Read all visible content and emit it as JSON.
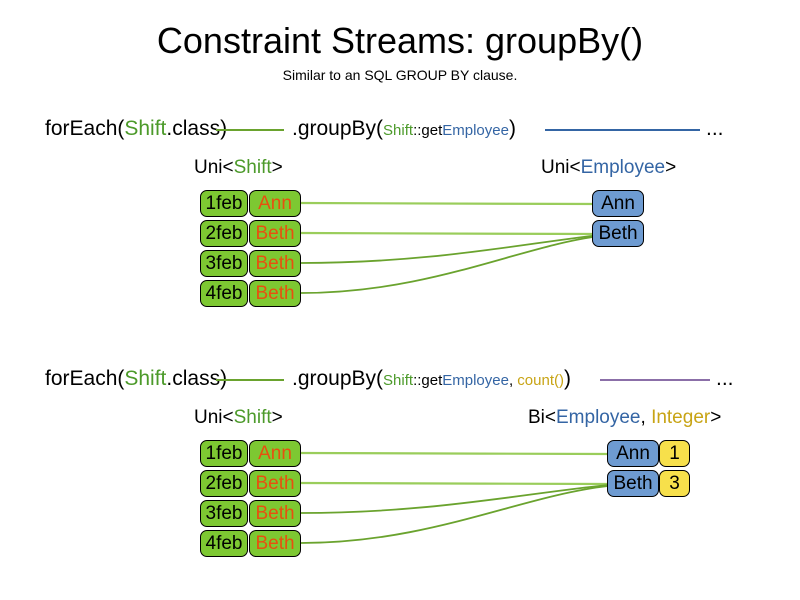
{
  "header": {
    "title": "Constraint Streams: groupBy()",
    "subtitle": "Similar to an SQL GROUP BY clause."
  },
  "sections": [
    {
      "id": "section-groupby-simple",
      "code": {
        "for_each_prefix": "forEach(",
        "for_each_type": "Shift",
        "for_each_suffix": ".class)",
        "group_by_prefix": ".groupBy(",
        "mapper_type": "Shift",
        "mapper_sep": "::get",
        "mapper_prop": "Employee",
        "group_by_suffix": ")",
        "ellipsis": "..."
      },
      "left_caption": {
        "outer": "Uni<",
        "type": "Shift",
        "close": ">"
      },
      "right_caption": {
        "outer": "Uni<",
        "type": "Employee",
        "close": ">"
      },
      "shifts": [
        {
          "date": "1feb",
          "employee": "Ann"
        },
        {
          "date": "2feb",
          "employee": "Beth"
        },
        {
          "date": "3feb",
          "employee": "Beth"
        },
        {
          "date": "4feb",
          "employee": "Beth"
        }
      ],
      "results": [
        {
          "employee": "Ann"
        },
        {
          "employee": "Beth"
        }
      ]
    },
    {
      "id": "section-groupby-count",
      "code": {
        "for_each_prefix": "forEach(",
        "for_each_type": "Shift",
        "for_each_suffix": ".class)",
        "group_by_prefix": ".groupBy(",
        "mapper_type": "Shift",
        "mapper_sep": "::get",
        "mapper_prop": "Employee",
        "collector_sep": ", ",
        "collector": "count()",
        "group_by_suffix": ")",
        "ellipsis": "..."
      },
      "left_caption": {
        "outer": "Uni<",
        "type": "Shift",
        "close": ">"
      },
      "right_caption": {
        "outer": "Bi<",
        "type": "Employee",
        "sep": ", ",
        "type2": "Integer",
        "close": ">"
      },
      "shifts": [
        {
          "date": "1feb",
          "employee": "Ann"
        },
        {
          "date": "2feb",
          "employee": "Beth"
        },
        {
          "date": "3feb",
          "employee": "Beth"
        },
        {
          "date": "4feb",
          "employee": "Beth"
        }
      ],
      "results": [
        {
          "employee": "Ann",
          "count": "1"
        },
        {
          "employee": "Beth",
          "count": "3"
        }
      ]
    }
  ],
  "colors": {
    "shift_box": "#7DC832",
    "employee_box": "#6E9BD1",
    "count_box": "#F7E04B",
    "type_green": "#4C9A2A",
    "type_blue": "#3465A4",
    "type_gold": "#C8A415",
    "name_orange": "#E8500F",
    "wire_green": "#6aa32e",
    "link_blue": "#3465A4",
    "link_purple": "#8B6FA8"
  }
}
